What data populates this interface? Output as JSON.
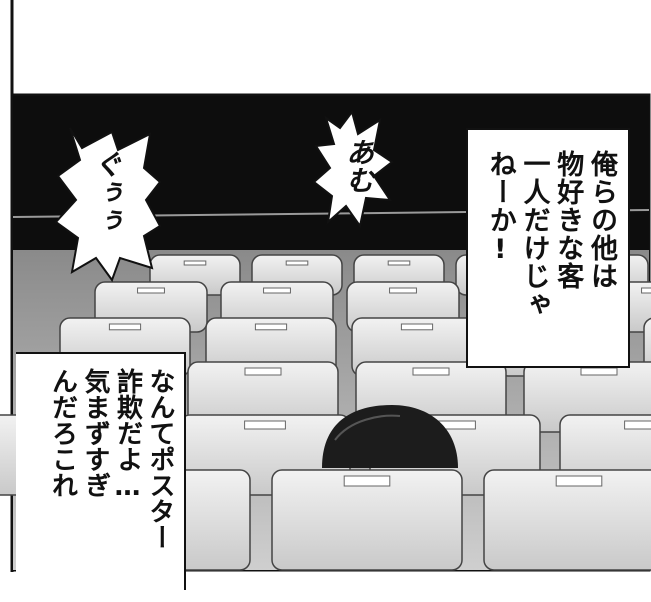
{
  "bubbles": {
    "right": {
      "lines": [
        "俺らの他は",
        "物好きな客",
        "一人だけじゃ",
        "ねーか!"
      ]
    },
    "left": {
      "lines": [
        "なんてポスター",
        "詐欺だよ…",
        "気まずすぎ",
        "んだろこれ"
      ]
    }
  },
  "sfx": {
    "left": "ぐぅぅ",
    "middle": "あむ"
  },
  "colors": {
    "screen": "#0d0d0d",
    "ink": "#111111",
    "seat_light": "#e6e6e6",
    "seat_mid": "#c8c8c8",
    "floor": "#bdbdbd"
  }
}
